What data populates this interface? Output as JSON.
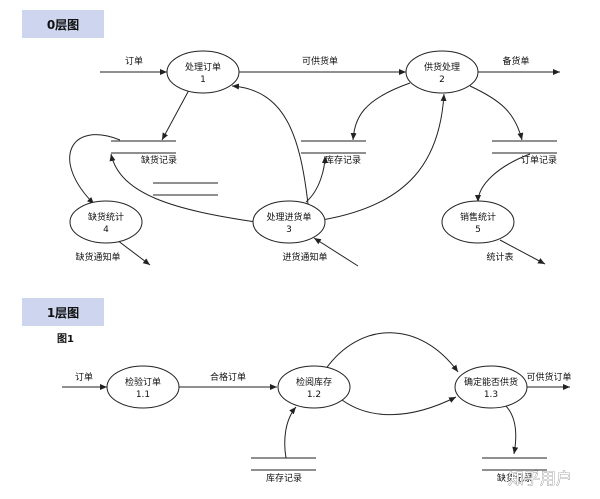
{
  "level0": {
    "title": "0层图",
    "processes": [
      {
        "id": "p1",
        "name": "处理订单",
        "num": "1"
      },
      {
        "id": "p2",
        "name": "供货处理",
        "num": "2"
      },
      {
        "id": "p3",
        "name": "处理进货单",
        "num": "3"
      },
      {
        "id": "p4",
        "name": "缺货统计",
        "num": "4"
      },
      {
        "id": "p5",
        "name": "销售统计",
        "num": "5"
      }
    ],
    "stores": [
      "缺货记录",
      "库存记录",
      "订单记录"
    ],
    "flows": [
      "订单",
      "可供货单",
      "备货单",
      "缺货通知单",
      "进货通知单",
      "统计表"
    ]
  },
  "level1": {
    "title": "1层图",
    "figure": "图1",
    "processes": [
      {
        "id": "q1",
        "name": "检验订单",
        "num": "1.1"
      },
      {
        "id": "q2",
        "name": "检阅库存",
        "num": "1.2"
      },
      {
        "id": "q3",
        "name": "确定能否供货",
        "num": "1.3"
      }
    ],
    "stores": [
      "库存记录",
      "缺货记录"
    ],
    "flows": [
      "订单",
      "合格订单",
      "可供货订单"
    ]
  },
  "watermark": "知乎用户",
  "colors": {
    "banner": "#cdd6ee",
    "line": "#222222"
  }
}
